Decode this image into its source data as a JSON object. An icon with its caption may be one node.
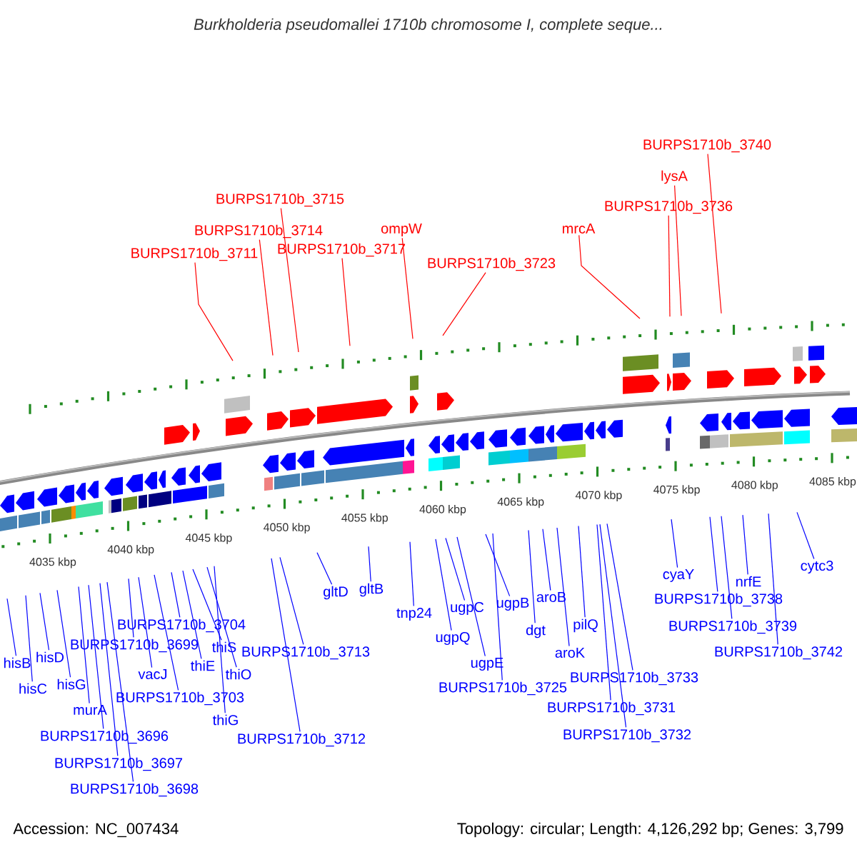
{
  "diagram": {
    "title": "Burkholderia pseudomallei 1710b chromosome I, complete seque...",
    "nodes": [
      {
        "text": [
          "BURPS1710b_3740"
        ]
      },
      {
        "text": [
          "lysA"
        ]
      },
      {
        "text": [
          "BURPS1710b_3715"
        ]
      },
      {
        "text": [
          "BURPS1710b_3736"
        ]
      },
      {
        "text": [
          "BURPS1710b_3714"
        ]
      },
      {
        "text": [
          "mrcA"
        ]
      },
      {
        "text": [
          "ompW"
        ]
      },
      {
        "text": [
          "BURPS1710b_3717"
        ]
      },
      {
        "text": [
          "BURPS1710b_3711"
        ]
      },
      {
        "text": [
          "BURPS1710b_3723"
        ]
      },
      {
        "text": [
          "cytc3"
        ]
      },
      {
        "text": [
          "cyaY"
        ]
      },
      {
        "text": [
          "nrfE"
        ]
      },
      {
        "text": [
          "gltB"
        ]
      },
      {
        "text": [
          "gltD"
        ]
      },
      {
        "text": [
          "aroB"
        ]
      },
      {
        "text": [
          "BURPS1710b_3738"
        ]
      },
      {
        "text": [
          "ugpB"
        ]
      },
      {
        "text": [
          "ugpC"
        ]
      },
      {
        "text": [
          "tnp24"
        ]
      },
      {
        "text": [
          "BURPS1710b_3704"
        ]
      },
      {
        "text": [
          "pilQ"
        ]
      },
      {
        "text": [
          "BURPS1710b_3739"
        ]
      },
      {
        "text": [
          "dgt"
        ]
      },
      {
        "text": [
          "ugpQ"
        ]
      },
      {
        "text": [
          "BURPS1710b_3699"
        ]
      },
      {
        "text": [
          "thiS"
        ]
      },
      {
        "text": [
          "BURPS1710b_3713"
        ]
      },
      {
        "text": [
          "aroK"
        ]
      },
      {
        "text": [
          "BURPS1710b_3742"
        ]
      },
      {
        "text": [
          "hisD"
        ]
      },
      {
        "text": [
          "hisB"
        ]
      },
      {
        "text": [
          "ugpE"
        ]
      },
      {
        "text": [
          "thiE"
        ]
      },
      {
        "text": [
          "vacJ"
        ]
      },
      {
        "text": [
          "thiO"
        ]
      },
      {
        "text": [
          "BURPS1710b_3733"
        ]
      },
      {
        "text": [
          "hisG"
        ]
      },
      {
        "text": [
          "hisC"
        ]
      },
      {
        "text": [
          "BURPS1710b_3725"
        ]
      },
      {
        "text": [
          "BURPS1710b_3703"
        ]
      },
      {
        "text": [
          "BURPS1710b_3731"
        ]
      },
      {
        "text": [
          "murA"
        ]
      },
      {
        "text": [
          "thiG"
        ]
      },
      {
        "text": [
          "BURPS1710b_3732"
        ]
      },
      {
        "text": [
          "BURPS1710b_3696"
        ]
      },
      {
        "text": [
          "BURPS1710b_3712"
        ]
      },
      {
        "text": [
          "BURPS1710b_3697"
        ]
      },
      {
        "text": [
          "BURPS1710b_3698"
        ]
      }
    ],
    "edges": [
      {
        "from": 0,
        "to": null,
        "arrow": "none",
        "color": "#ff0000"
      },
      {
        "from": 1,
        "to": null,
        "arrow": "none",
        "color": "#ff0000"
      },
      {
        "from": 2,
        "to": null,
        "arrow": "none",
        "color": "#ff0000"
      },
      {
        "from": 3,
        "to": null,
        "arrow": "none",
        "color": "#ff0000"
      },
      {
        "from": 4,
        "to": null,
        "arrow": "none",
        "color": "#ff0000"
      },
      {
        "from": 5,
        "to": null,
        "arrow": "none",
        "color": "#ff0000"
      },
      {
        "from": 6,
        "to": null,
        "arrow": "none",
        "color": "#ff0000"
      },
      {
        "from": 7,
        "to": null,
        "arrow": "none",
        "color": "#ff0000"
      },
      {
        "from": 8,
        "to": null,
        "arrow": "none",
        "color": "#ff0000"
      },
      {
        "from": 9,
        "to": null,
        "arrow": "none",
        "color": "#ff0000"
      },
      {
        "from": 10,
        "to": null,
        "arrow": "none"
      },
      {
        "from": 11,
        "to": null,
        "arrow": "none"
      },
      {
        "from": 12,
        "to": null,
        "arrow": "none"
      },
      {
        "from": 13,
        "to": null,
        "arrow": "none"
      },
      {
        "from": 14,
        "to": null,
        "arrow": "none"
      },
      {
        "from": 15,
        "to": null,
        "arrow": "none"
      },
      {
        "from": 16,
        "to": null,
        "arrow": "none"
      },
      {
        "from": 17,
        "to": null,
        "arrow": "none"
      },
      {
        "from": 18,
        "to": null,
        "arrow": "none"
      },
      {
        "from": 19,
        "to": null,
        "arrow": "none"
      },
      {
        "from": 20,
        "to": null,
        "arrow": "none"
      },
      {
        "from": 21,
        "to": null,
        "arrow": "none"
      },
      {
        "from": 22,
        "to": null,
        "arrow": "none"
      },
      {
        "from": 23,
        "to": null,
        "arrow": "none"
      },
      {
        "from": 24,
        "to": null,
        "arrow": "none"
      },
      {
        "from": 25,
        "to": null,
        "arrow": "none"
      },
      {
        "from": 26,
        "to": null,
        "arrow": "none"
      },
      {
        "from": 27,
        "to": null,
        "arrow": "none"
      },
      {
        "from": 28,
        "to": null,
        "arrow": "none"
      },
      {
        "from": 29,
        "to": null,
        "arrow": "none"
      },
      {
        "from": 30,
        "to": null,
        "arrow": "none"
      },
      {
        "from": 31,
        "to": null,
        "arrow": "none"
      },
      {
        "from": 32,
        "to": null,
        "arrow": "none"
      },
      {
        "from": 33,
        "to": null,
        "arrow": "none"
      },
      {
        "from": 34,
        "to": null,
        "arrow": "none"
      },
      {
        "from": 35,
        "to": null,
        "arrow": "none"
      },
      {
        "from": 36,
        "to": null,
        "arrow": "none"
      },
      {
        "from": 37,
        "to": null,
        "arrow": "none"
      },
      {
        "from": 38,
        "to": null,
        "arrow": "none"
      },
      {
        "from": 39,
        "to": null,
        "arrow": "none"
      },
      {
        "from": 40,
        "to": null,
        "arrow": "none"
      },
      {
        "from": 41,
        "to": null,
        "arrow": "none"
      },
      {
        "from": 42,
        "to": null,
        "arrow": "none"
      },
      {
        "from": 43,
        "to": null,
        "arrow": "none"
      },
      {
        "from": 44,
        "to": null,
        "arrow": "none"
      },
      {
        "from": 45,
        "to": null,
        "arrow": "none"
      },
      {
        "from": 46,
        "to": null,
        "arrow": "none"
      },
      {
        "from": 47,
        "to": null,
        "arrow": "none"
      },
      {
        "from": 48,
        "to": null,
        "arrow": "none"
      }
    ],
    "labels": [
      "4035 kbp",
      "4040 kbp",
      "4045 kbp",
      "4050 kbp",
      "4055 kbp",
      "4060 kbp",
      "4065 kbp",
      "4070 kbp",
      "4075 kbp",
      "4080 kbp",
      "4085 kbp",
      "Accession: NC_007434",
      "Topology: circular; Length: 4,126,292 bp; Genes: 3,799"
    ]
  }
}
